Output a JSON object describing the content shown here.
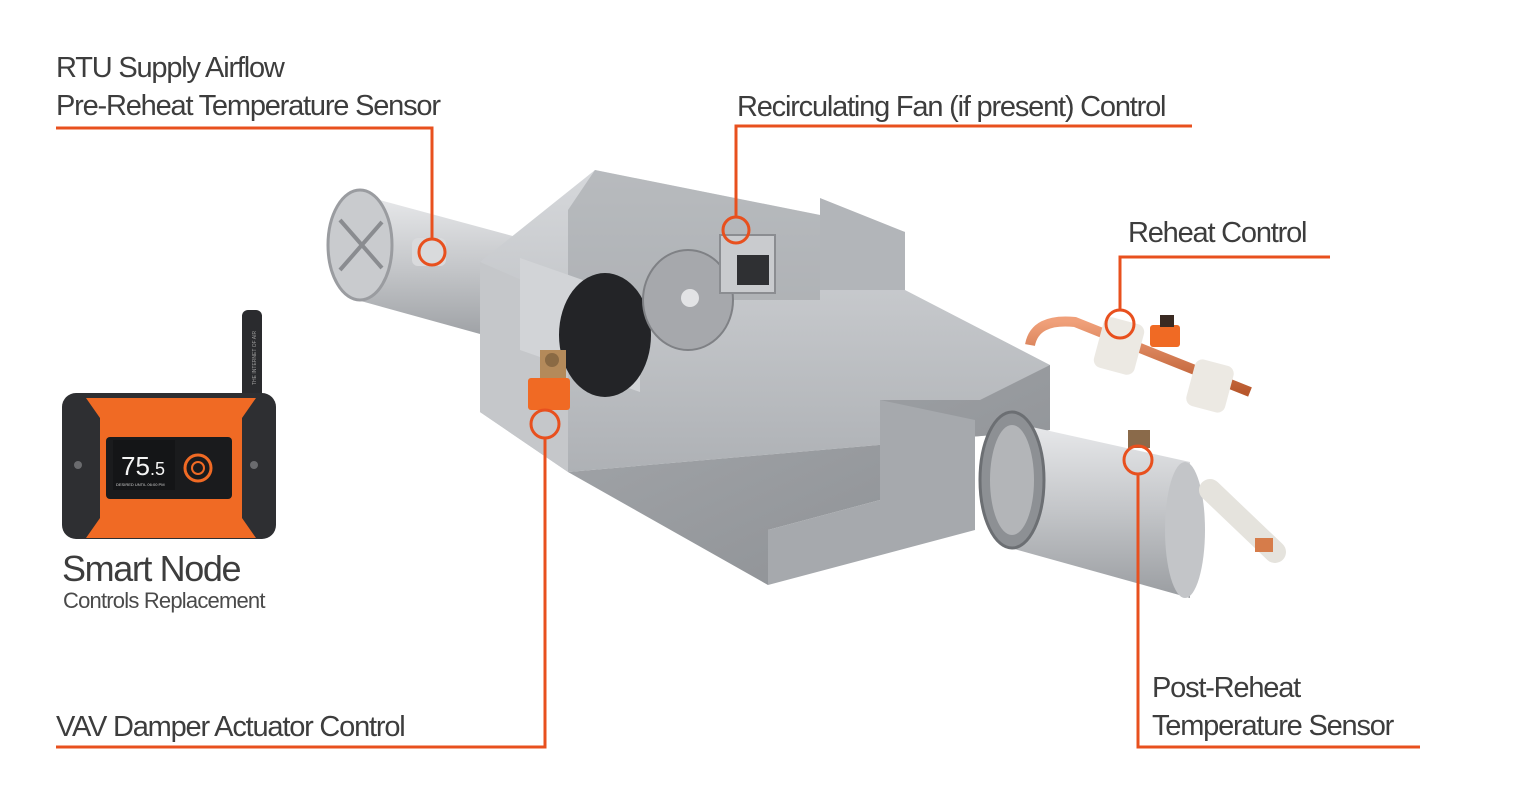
{
  "callouts": {
    "rtu_line1": "RTU Supply Airflow",
    "rtu_line2": "Pre-Reheat Temperature Sensor",
    "fan": "Recirculating Fan (if present) Control",
    "reheat": "Reheat Control",
    "post_line1": "Post-Reheat",
    "post_line2": "Temperature Sensor",
    "vav": "VAV Damper Actuator Control"
  },
  "device": {
    "name": "Smart Node",
    "subtitle": "Controls Replacement",
    "display_value": "75",
    "display_decimal": ".5",
    "display_caption": "DESIRED UNTIL 06:00 PM",
    "antenna_text": "THE INTERNET OF AIR"
  },
  "colors": {
    "accent": "#e8501e",
    "device_orange": "#f06a24",
    "metal": "#b9bbbf"
  }
}
